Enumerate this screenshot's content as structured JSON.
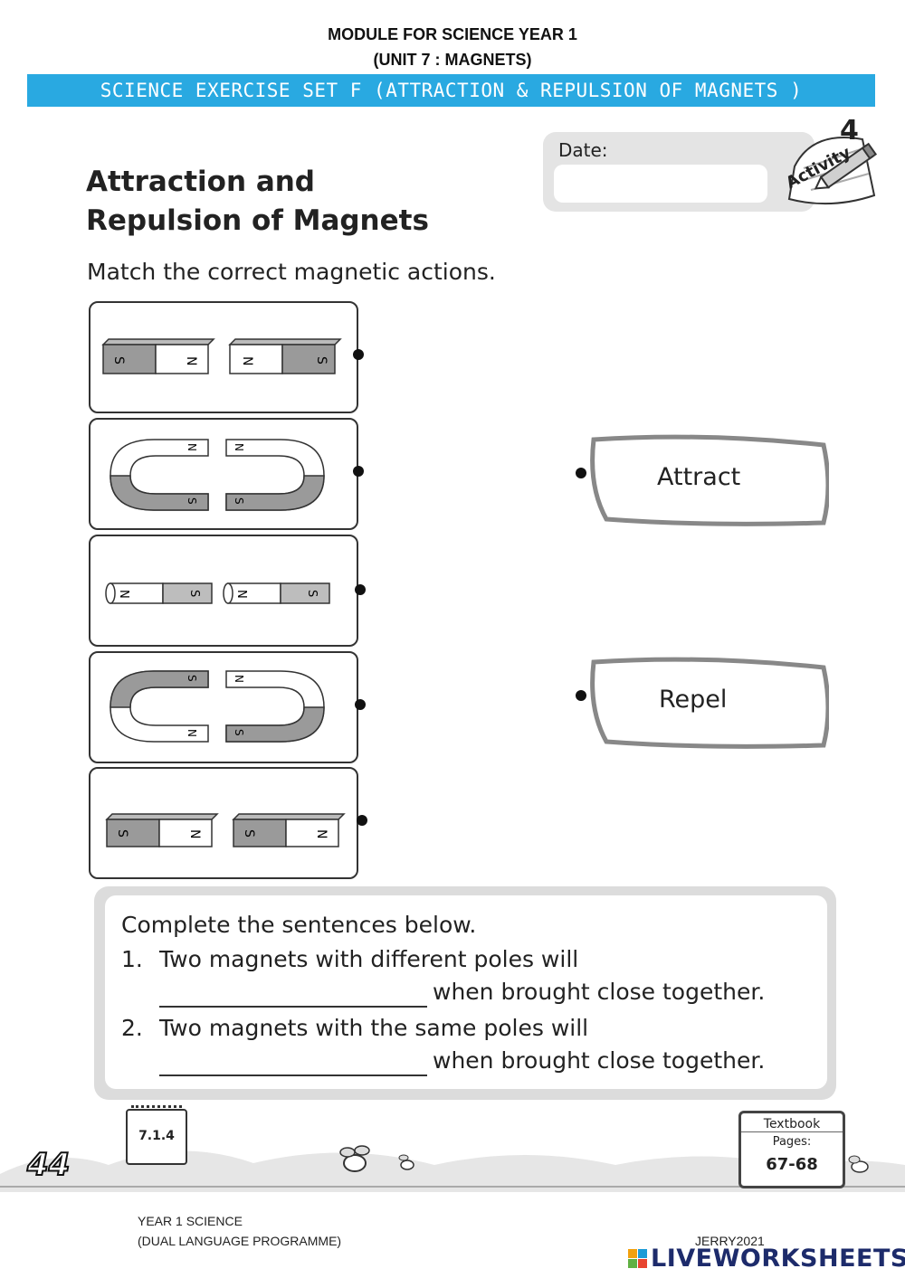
{
  "header": {
    "line1": "MODULE FOR SCIENCE YEAR 1",
    "line2": "(UNIT 7 : MAGNETS)",
    "banner": "SCIENCE EXERCISE SET F (ATTRACTION & REPULSION OF MAGNETS )"
  },
  "title": {
    "line1": "Attraction and",
    "line2": "Repulsion of Magnets"
  },
  "date_label": "Date:",
  "activity_badge": {
    "text": "Activity",
    "number": "4"
  },
  "instruction": "Match the correct magnetic actions.",
  "cards": [
    {
      "type": "bar",
      "left": [
        "S",
        "N"
      ],
      "right": [
        "N",
        "S"
      ]
    },
    {
      "type": "horseshoe",
      "left": [
        "N",
        "S"
      ],
      "right": [
        "N",
        "S"
      ]
    },
    {
      "type": "cylinder",
      "left": [
        "N",
        "S"
      ],
      "right": [
        "N",
        "S"
      ]
    },
    {
      "type": "horseshoe",
      "left": [
        "S",
        "N"
      ],
      "right": [
        "N",
        "S"
      ]
    },
    {
      "type": "bar",
      "left": [
        "S",
        "N"
      ],
      "right": [
        "S",
        "N"
      ]
    }
  ],
  "answers": [
    {
      "label": "Attract"
    },
    {
      "label": "Repel"
    }
  ],
  "sentences": {
    "heading": "Complete the sentences below.",
    "items": [
      {
        "number": "1.",
        "line1": "Two magnets with different poles will",
        "line2": "when brought close together."
      },
      {
        "number": "2.",
        "line1": "Two magnets with the same poles will",
        "line2": "when brought close together."
      }
    ]
  },
  "page": {
    "number": "44",
    "standard": "7.1.4",
    "textbook_label": "Textbook",
    "pages_label": "Pages:",
    "pages": "67-68"
  },
  "footer": {
    "left1": "YEAR 1 SCIENCE",
    "left2": "(DUAL LANGUAGE PROGRAMME)",
    "author": "JERRY2021",
    "brand": "LIVEWORKSHEETS"
  },
  "colors": {
    "banner": "#29a9e1",
    "magnet_shade": "#9a9a9a"
  }
}
